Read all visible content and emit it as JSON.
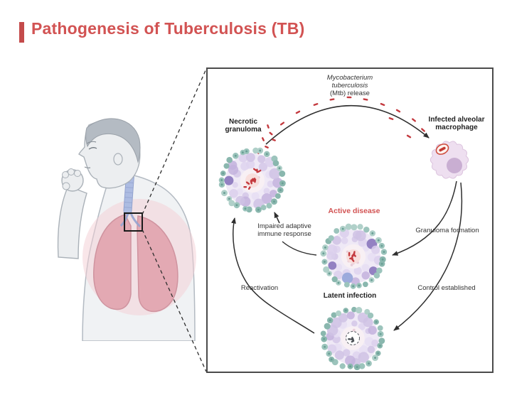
{
  "title": "Pathogenesis of Tuberculosis (TB)",
  "inset": {
    "mtb_release": [
      "Mycobacterium",
      "tuberculosis",
      "(Mtb) release"
    ],
    "necrotic_granuloma": [
      "Necrotic",
      "granuloma"
    ],
    "infected_macrophage": [
      "Infected alveolar",
      "macrophage"
    ],
    "active_disease": "Active disease",
    "impaired_immune": [
      "Impaired adaptive",
      "immune response"
    ],
    "granuloma_formation": "Granuloma formation",
    "reactivation": "Reactivation",
    "latent_infection": "Latent infection",
    "control_established": "Control established"
  },
  "colors": {
    "title_red": "#d25353",
    "active_disease_red": "#d25353",
    "bacteria_red": "#c43a3f",
    "latent_bacteria_gray": "#4a4f55",
    "outer_cell_teal": "#9cc4bc",
    "inner_cell_lavender": "#cfc2e4",
    "macrophage_pink": "#eedff0",
    "lung_pink": "#e2a5b0",
    "arrow_black": "#2f2f2f"
  }
}
